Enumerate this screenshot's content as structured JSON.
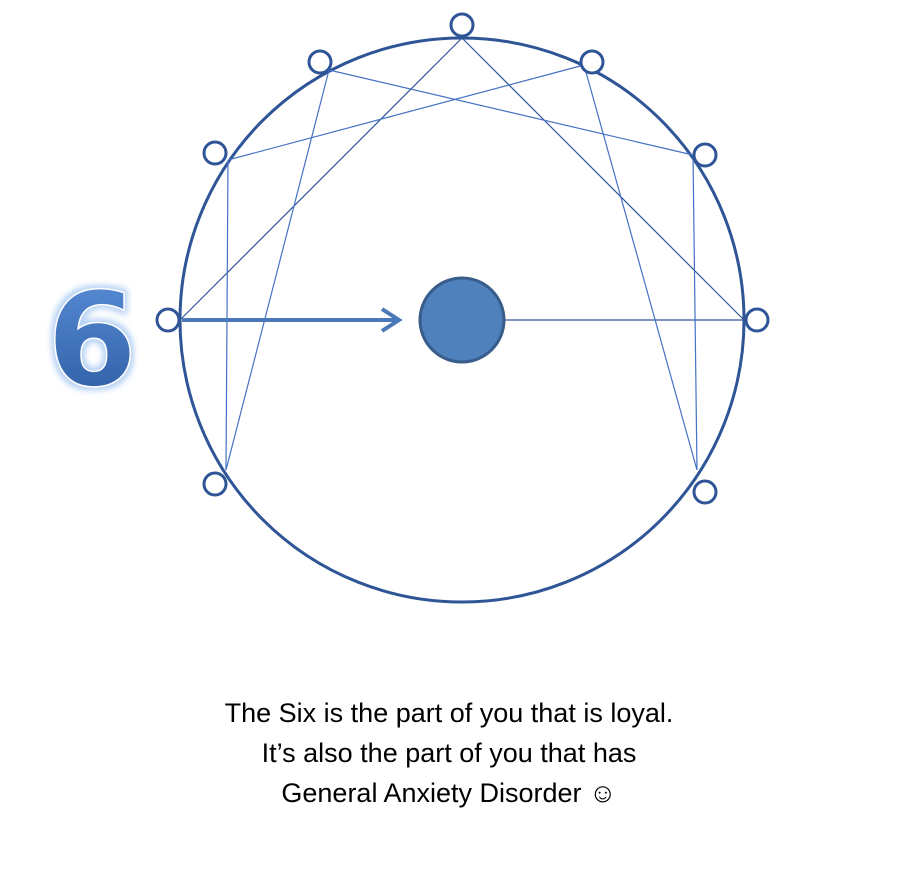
{
  "number_label": "6",
  "caption": {
    "line1": "The Six is the part of you that is loyal.",
    "line2": "It’s also the part of you that has",
    "line3": "General Anxiety Disorder ☺"
  },
  "colors": {
    "circle": "#2f5597",
    "lines": "#4472c4",
    "center_fill": "#4f81bd",
    "number": "#3a6fc0"
  }
}
